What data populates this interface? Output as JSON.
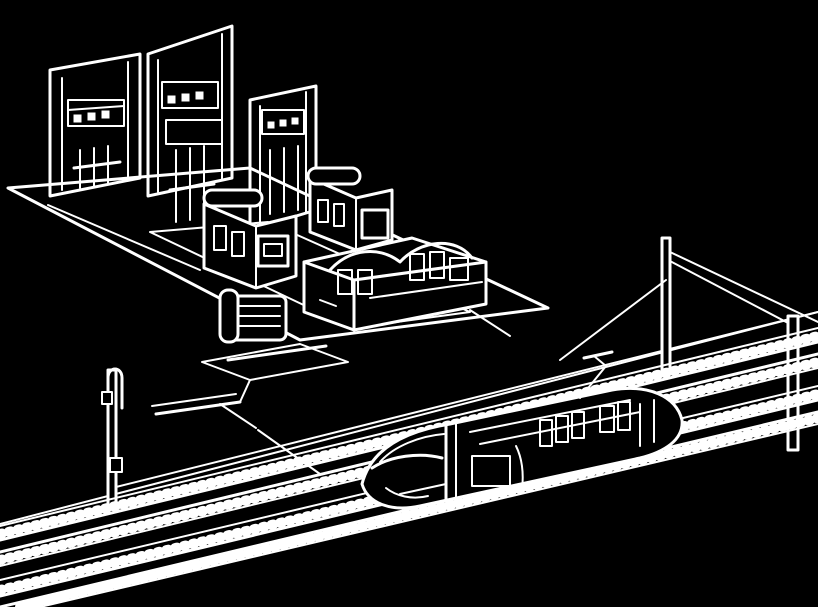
{
  "diagram": {
    "style": "white line art on black",
    "colors": {
      "background": "#000000",
      "line": "#ffffff"
    },
    "components": [
      "substation-platform",
      "gantry-left",
      "gantry-middle",
      "gantry-right",
      "transformer-left",
      "transformer-right",
      "switchgear-house",
      "rectifier-module",
      "cable-trench",
      "catenary-mast-left",
      "catenary-mast-right",
      "signal-post",
      "contact-wire",
      "railway-tracks",
      "high-speed-train"
    ]
  }
}
